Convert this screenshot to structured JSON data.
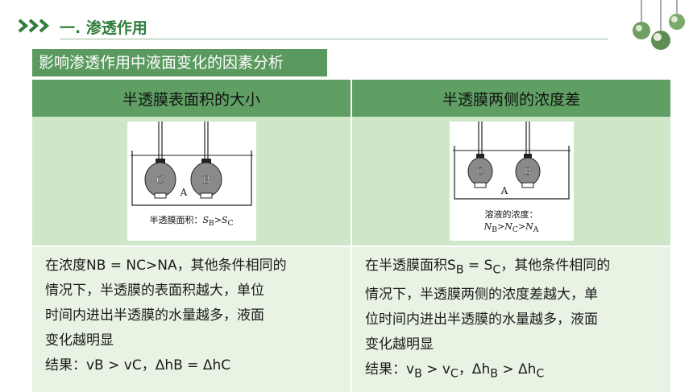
{
  "header": {
    "section_title": "一. 渗透作用",
    "icon": "triple-chevron-right-icon",
    "decoration": "hanging-lamps-icon"
  },
  "banner": {
    "text": "影响渗透作用中液面变化的因素分析"
  },
  "colors": {
    "accent": "#5a9a5e",
    "header_cell": "#5f9f63",
    "image_cell": "#cfe6c8",
    "text_cell": "#e9f3e4",
    "title_green": "#2f7d3a"
  },
  "table": {
    "headers": [
      "半透膜表面积的大小",
      "半透膜两侧的浓度差"
    ],
    "figures": [
      {
        "labels": {
          "c": "C",
          "b": "B",
          "a": "A"
        },
        "caption_main": "半透膜面积：",
        "caption_formula": "S",
        "caption_s1": "B",
        "caption_gt": ">S",
        "caption_s2": "C"
      },
      {
        "labels": {
          "c": "C",
          "b": "B",
          "a": "A"
        },
        "caption_line1": "溶液的浓度：",
        "caption_n": "N",
        "caption_n1": "B",
        "caption_gt1": ">N",
        "caption_n2": "C",
        "caption_gt2": ">N",
        "caption_n3": "A"
      }
    ],
    "left_text": {
      "line1": "在浓度NB = NC>NA，其他条件相同的",
      "line2": "情况下，半透膜的表面积越大，单位",
      "line3": "时间内进出半透膜的水量越多，液面",
      "line4": "变化越明显",
      "result": "结果：vB > vC，ΔhB = ΔhC"
    },
    "right_text": {
      "line1_a": "在半透膜面积S",
      "line1_sub1": "B",
      "line1_b": " = S",
      "line1_sub2": "C",
      "line1_c": "，其他条件相同的",
      "line2": "情况下，半透膜两侧的浓度差越大，单",
      "line3": "位时间内进出半透膜的水量越多，液面",
      "line4": "变化越明显",
      "result_a": "结果：v",
      "result_sub1": "B",
      "result_b": " > v",
      "result_sub2": "C",
      "result_c": "，Δh",
      "result_sub3": "B",
      "result_d": " > Δh",
      "result_sub4": "C"
    }
  }
}
